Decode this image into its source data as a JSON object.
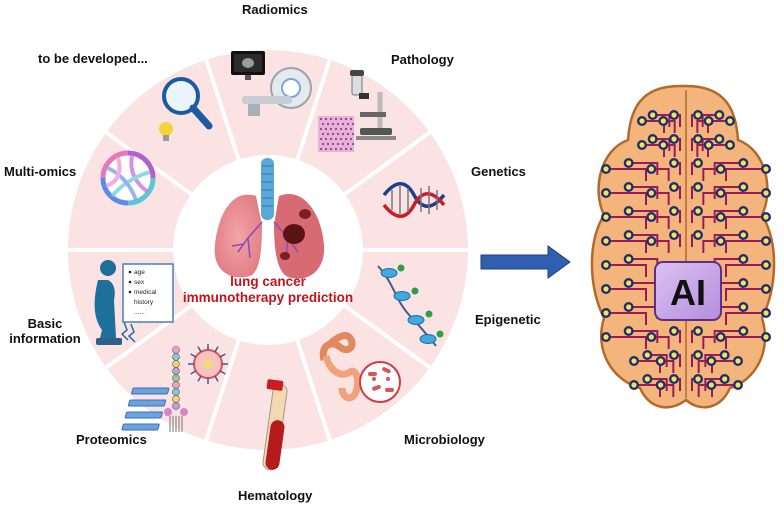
{
  "center": {
    "line1": "lung cancer",
    "line2": "immunotherapy prediction"
  },
  "segments": [
    {
      "key": "radiomics",
      "label": "Radiomics",
      "icon": "ct-scanner-icon"
    },
    {
      "key": "pathology",
      "label": "Pathology",
      "icon": "microscope-icon"
    },
    {
      "key": "genetics",
      "label": "Genetics",
      "icon": "dna-helix-icon"
    },
    {
      "key": "epigenetic",
      "label": "Epigenetic",
      "icon": "methylated-dna-icon"
    },
    {
      "key": "microbiology",
      "label": "Microbiology",
      "icon": "intestine-bacteria-icon"
    },
    {
      "key": "hematology",
      "label": "Hematology",
      "icon": "blood-tube-icon"
    },
    {
      "key": "proteomics",
      "label": "Proteomics",
      "icon": "protein-virus-icon"
    },
    {
      "key": "basic",
      "label": "Basic\ninformation",
      "icon": "patient-scale-icon"
    },
    {
      "key": "multiomics",
      "label": "Multi-omics",
      "icon": "chord-diagram-icon"
    },
    {
      "key": "tbd",
      "label": "to be developed...",
      "icon": "magnifier-bulb-icon"
    }
  ],
  "basic_info_card": [
    "age",
    "sex",
    "medical",
    "history",
    "......"
  ],
  "brain": {
    "label": "AI",
    "icon": "ai-brain-chip-icon"
  },
  "arrow": {
    "icon": "right-arrow-icon"
  },
  "colors": {
    "ring": "#fbe3e3",
    "ring_divider": "#ffffff",
    "center_text": "#c0141c",
    "arrow": "#2f5fae",
    "brain": "#f4b57c",
    "chip": "#c9a8e6",
    "circuit": "#9b1b5a"
  }
}
